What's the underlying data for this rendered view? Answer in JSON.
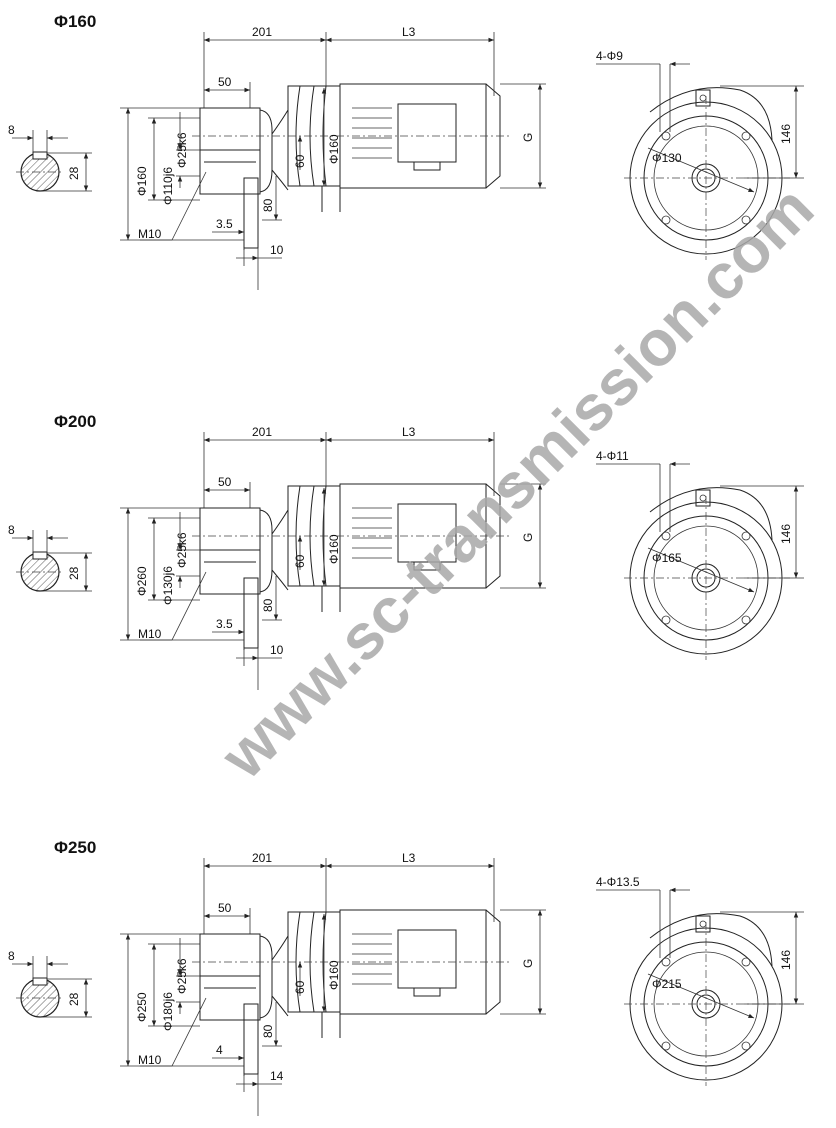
{
  "watermark": "www.sc-transmission.com",
  "variants": [
    {
      "title": "Φ160",
      "dims": {
        "total_gear": "201",
        "motor_len": "L3",
        "shaft_len": "50",
        "flange_dia": "Φ160",
        "spigot_dia": "Φ110j6",
        "shaft_dia": "Φ25k6",
        "center_height": "60",
        "flange_drop": "80",
        "motor_dia": "Φ160",
        "motor_g": "G",
        "thread": "M10",
        "flange_thk": "3.5",
        "flange_off": "10",
        "key_w": "8",
        "key_h": "28",
        "holes": "4-Φ9",
        "pcd": "Φ130",
        "side_h": "146"
      }
    },
    {
      "title": "Φ200",
      "dims": {
        "total_gear": "201",
        "motor_len": "L3",
        "shaft_len": "50",
        "flange_dia": "Φ260",
        "spigot_dia": "Φ130j6",
        "shaft_dia": "Φ25k6",
        "center_height": "60",
        "flange_drop": "80",
        "motor_dia": "Φ160",
        "motor_g": "G",
        "thread": "M10",
        "flange_thk": "3.5",
        "flange_off": "10",
        "key_w": "8",
        "key_h": "28",
        "holes": "4-Φ11",
        "pcd": "Φ165",
        "side_h": "146"
      }
    },
    {
      "title": "Φ250",
      "dims": {
        "total_gear": "201",
        "motor_len": "L3",
        "shaft_len": "50",
        "flange_dia": "Φ250",
        "spigot_dia": "Φ180j6",
        "shaft_dia": "Φ25k6",
        "center_height": "60",
        "flange_drop": "80",
        "motor_dia": "Φ160",
        "motor_g": "G",
        "thread": "M10",
        "flange_thk": "4",
        "flange_off": "14",
        "key_w": "8",
        "key_h": "28",
        "holes": "4-Φ13.5",
        "pcd": "Φ215",
        "side_h": "146"
      }
    }
  ]
}
